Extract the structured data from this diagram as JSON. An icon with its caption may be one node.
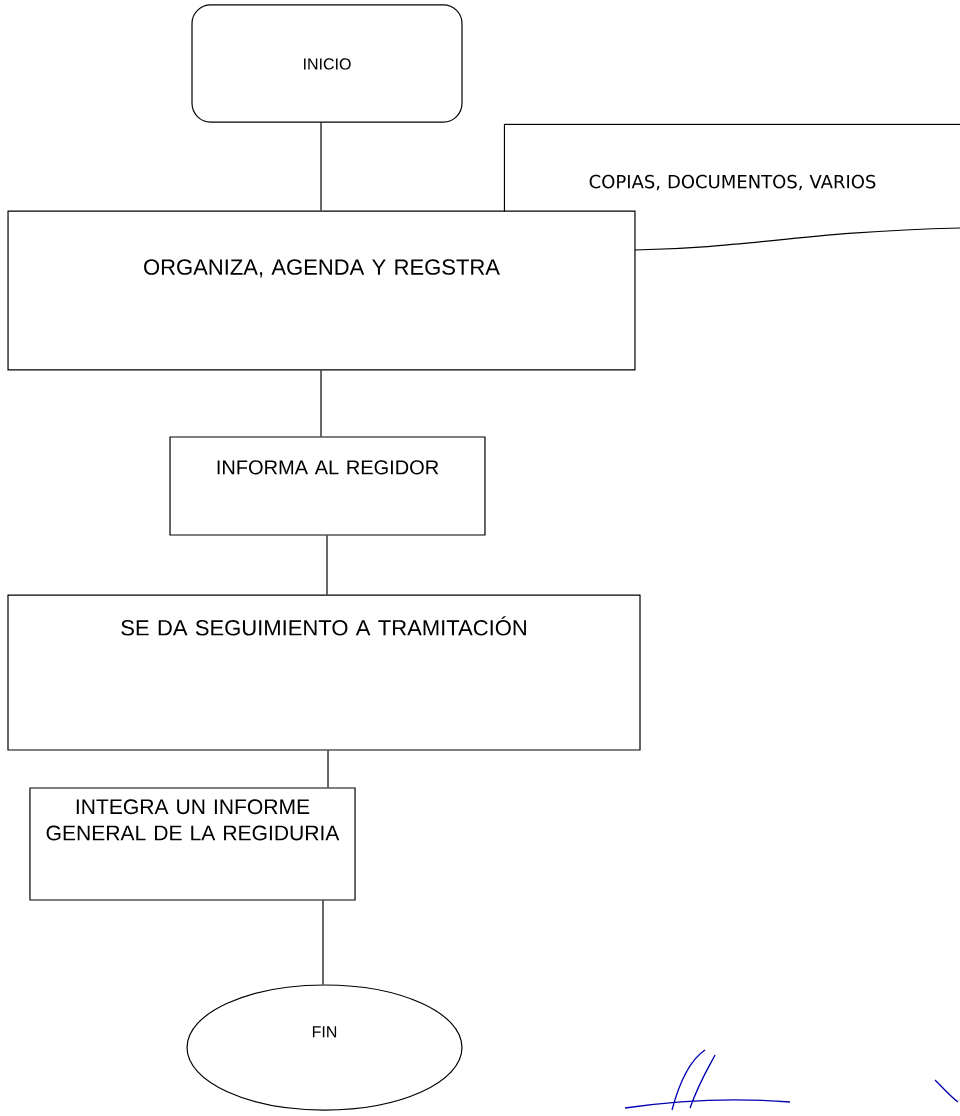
{
  "diagram": {
    "nodes": [
      {
        "text": [
          "INICIO"
        ]
      },
      {
        "text": [
          "COPIAS, DOCUMENTOS, VARIOS"
        ]
      },
      {
        "text": [
          "ORGANIZA, AGENDA Y REGSTRA"
        ]
      },
      {
        "text": [
          "INFORMA AL REGIDOR"
        ]
      },
      {
        "text": [
          "SE DA SEGUIMIENTO A TRAMITACIÓN"
        ]
      },
      {
        "text": [
          "INTEGRA UN INFORME GENERAL DE LA REGIDURIA"
        ]
      },
      {
        "text": [
          "FIN"
        ]
      }
    ],
    "edges": [
      {
        "from": 0,
        "to": 2,
        "arrow": "none"
      },
      {
        "from": 2,
        "to": 3,
        "arrow": "none"
      },
      {
        "from": 3,
        "to": 4,
        "arrow": "none"
      },
      {
        "from": 4,
        "to": 5,
        "arrow": "none"
      },
      {
        "from": 5,
        "to": 6,
        "arrow": "none"
      }
    ]
  }
}
